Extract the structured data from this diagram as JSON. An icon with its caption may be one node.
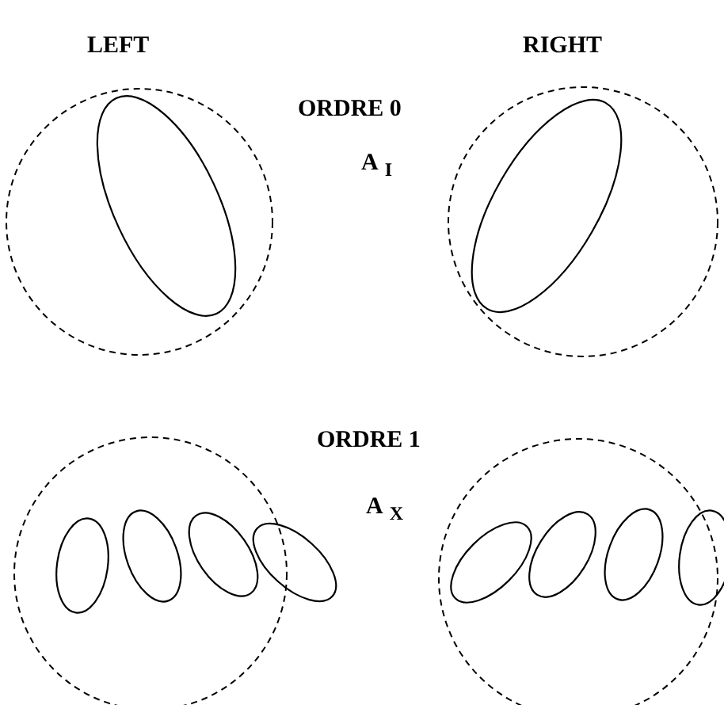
{
  "diagram": {
    "labels": [
      "LEFT",
      "RIGHT",
      "ORDRE 0",
      "A$_{I}$",
      "ORDRE 1",
      "A$_{X}$"
    ]
  }
}
